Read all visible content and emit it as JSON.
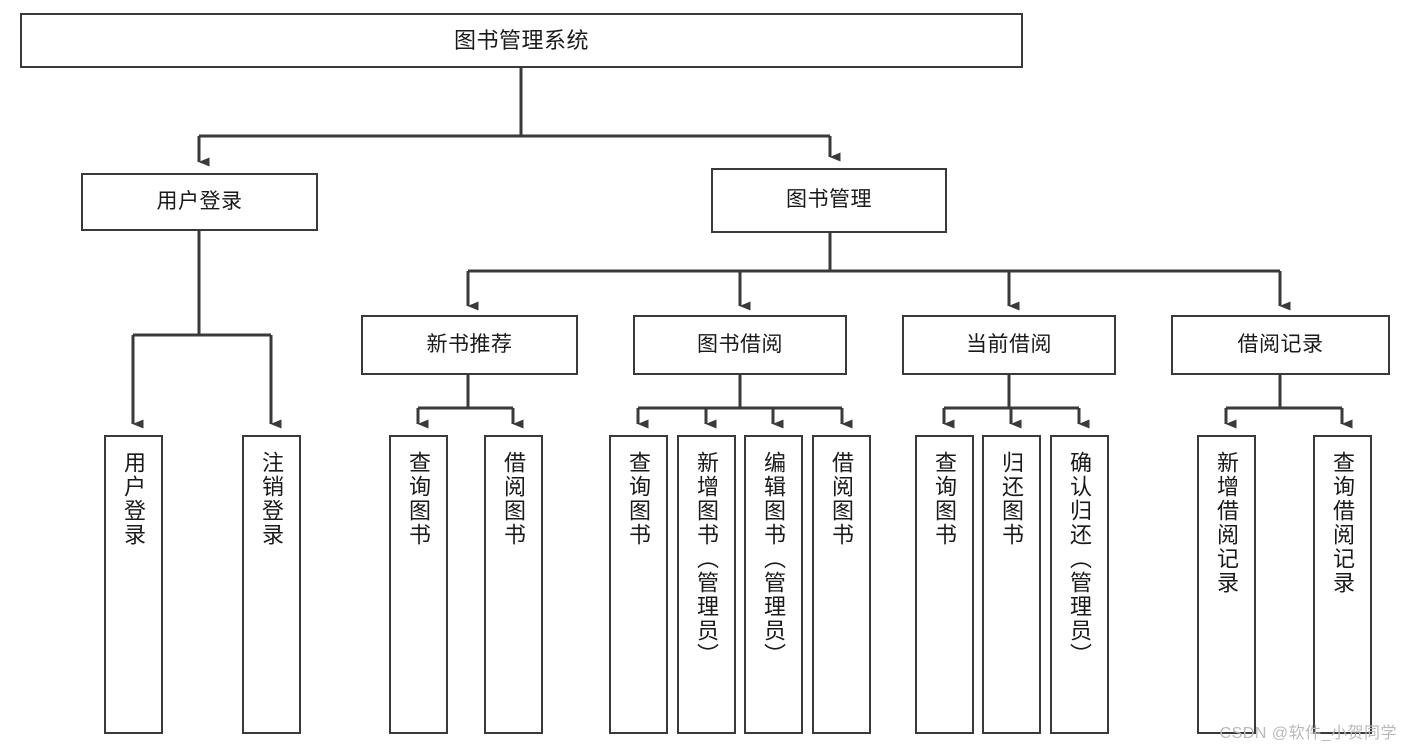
{
  "diagram": {
    "title_node": {
      "label": "图书管理系统"
    },
    "level2": [
      {
        "id": "user-login",
        "label": "用户登录"
      },
      {
        "id": "book-manage",
        "label": "图书管理"
      }
    ],
    "level3": [
      {
        "id": "new-book-recommend",
        "label": "新书推荐"
      },
      {
        "id": "book-borrow",
        "label": "图书借阅"
      },
      {
        "id": "current-borrow",
        "label": "当前借阅"
      },
      {
        "id": "borrow-record",
        "label": "借阅记录"
      }
    ],
    "leaves": {
      "user_login": [
        {
          "id": "leaf-user-login",
          "label": "用户登录"
        },
        {
          "id": "leaf-logout-login",
          "label": "注销登录"
        }
      ],
      "new_book_recommend": [
        {
          "id": "leaf-query-book-1",
          "label": "查询图书"
        },
        {
          "id": "leaf-borrow-book-1",
          "label": "借阅图书"
        }
      ],
      "book_borrow": [
        {
          "id": "leaf-query-book-2",
          "label": "查询图书"
        },
        {
          "id": "leaf-add-book",
          "label": "新增图书（管理员）"
        },
        {
          "id": "leaf-edit-book",
          "label": "编辑图书（管理员）"
        },
        {
          "id": "leaf-borrow-book-2",
          "label": "借阅图书"
        }
      ],
      "current_borrow": [
        {
          "id": "leaf-query-book-3",
          "label": "查询图书"
        },
        {
          "id": "leaf-return-book",
          "label": "归还图书"
        },
        {
          "id": "leaf-confirm-return",
          "label": "确认归还（管理员）"
        }
      ],
      "borrow_record": [
        {
          "id": "leaf-add-borrow-record",
          "label": "新增借阅记录"
        },
        {
          "id": "leaf-query-borrow-record",
          "label": "查询借阅记录"
        }
      ]
    }
  },
  "watermark": {
    "text": "CSDN @软件_小贺同学"
  },
  "colors": {
    "background": "#ffffff",
    "box_border": "#3a3a3a",
    "connector": "#3a3a3a",
    "text": "#1a1a1a",
    "watermark": "#b9b9b9"
  }
}
